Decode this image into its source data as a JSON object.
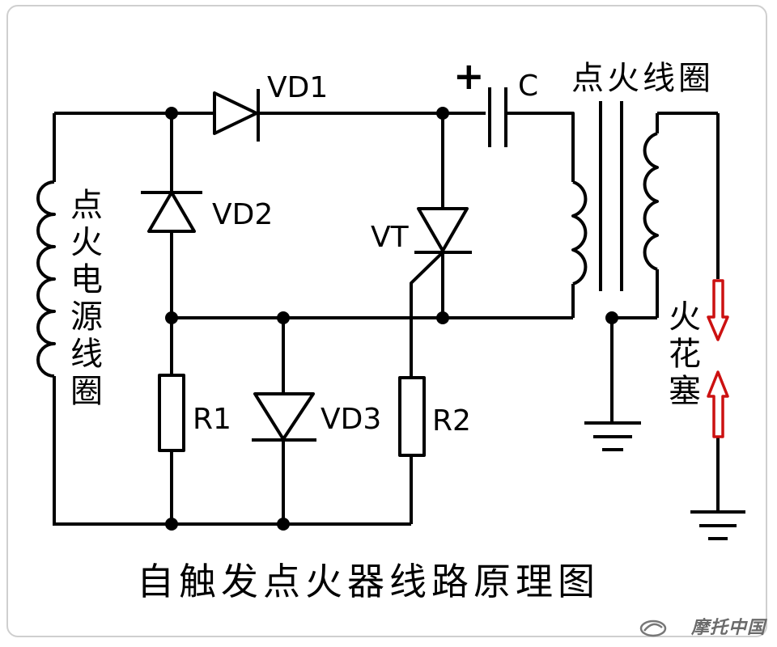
{
  "title": "自触发点火器线路原理图",
  "labels": {
    "vd1": "VD1",
    "vd2": "VD2",
    "vd3": "VD3",
    "vt": "VT",
    "r1": "R1",
    "r2": "R2",
    "c": "C",
    "plus": "+",
    "coil_source": "点火电源线圈",
    "coil_ignition": "点火线圈",
    "spark_plug": "火花塞"
  },
  "watermark": "摩托中国",
  "colors": {
    "wire": "#000000",
    "spark_plug": "#cc1111",
    "frame": "#cfcfcf"
  }
}
